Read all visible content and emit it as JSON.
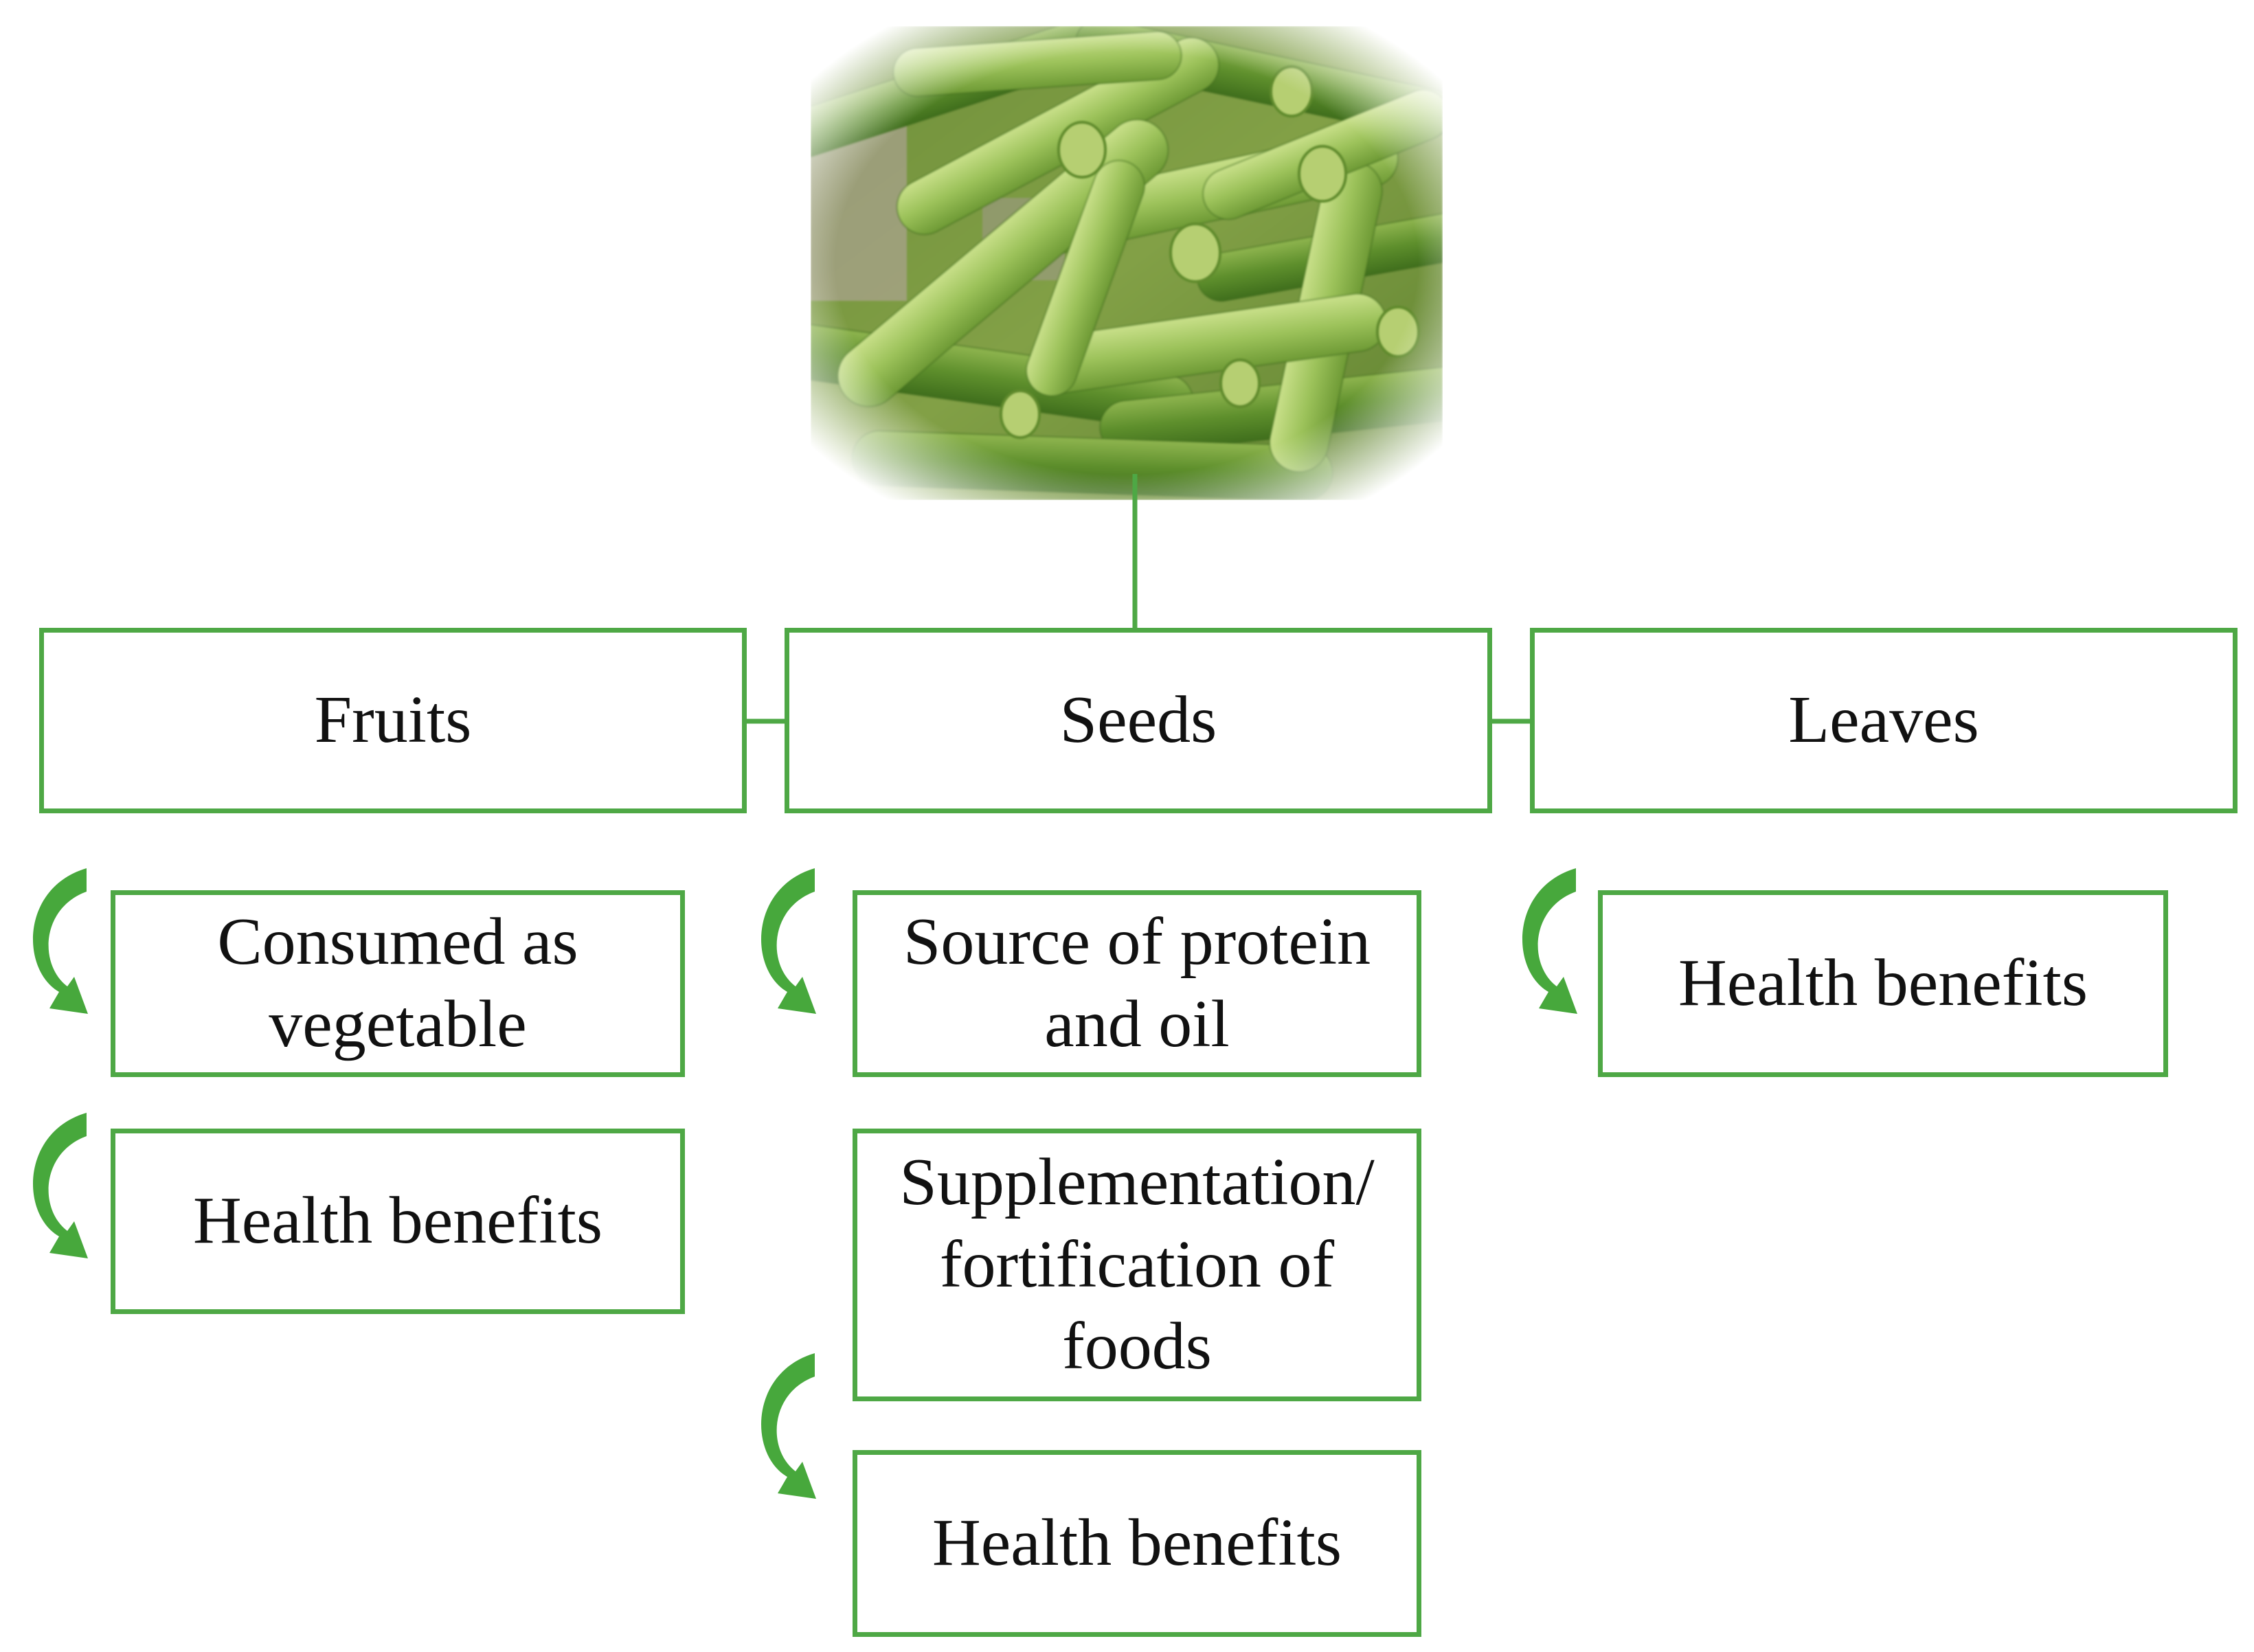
{
  "colors": {
    "accent": "#4ea845",
    "arrow": "#47a83c"
  },
  "icons": {
    "photo": "okra-pods-photo",
    "arrow": "curved-arrow-icon"
  },
  "categories": {
    "fruits": {
      "label": "Fruits",
      "uses": [
        "Consumed as vegetable",
        "Health benefits"
      ]
    },
    "seeds": {
      "label": "Seeds",
      "uses": [
        "Source of protein and oil",
        "Supplementation/ fortification of foods",
        "Health benefits"
      ]
    },
    "leaves": {
      "label": "Leaves",
      "uses": [
        "Health benefits"
      ]
    }
  }
}
